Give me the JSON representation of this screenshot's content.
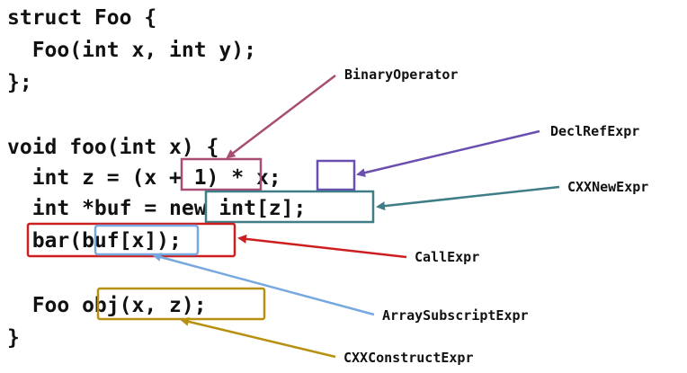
{
  "code_lines": [
    "struct Foo {",
    "  Foo(int x, int y);",
    "};",
    "",
    "void foo(int x) {",
    "  int z = (x + 1) * x;",
    "  int *buf = new int[z];",
    "  bar(buf[x]);",
    "",
    "  Foo obj(x, z);",
    "}"
  ],
  "annotations": {
    "binary_operator": {
      "label": "BinaryOperator",
      "color": "#a84d73"
    },
    "decl_ref_expr": {
      "label": "DeclRefExpr",
      "color": "#6a4fb0"
    },
    "cxx_new_expr": {
      "label": "CXXNewExpr",
      "color": "#3f7e86"
    },
    "call_expr": {
      "label": "CallExpr",
      "color": "#cc1f1f"
    },
    "array_subscript_expr": {
      "label": "ArraySubscriptExpr",
      "color": "#78a8e0"
    },
    "cxx_construct_expr": {
      "label": "CXXConstructExpr",
      "color": "#b8900f"
    }
  }
}
